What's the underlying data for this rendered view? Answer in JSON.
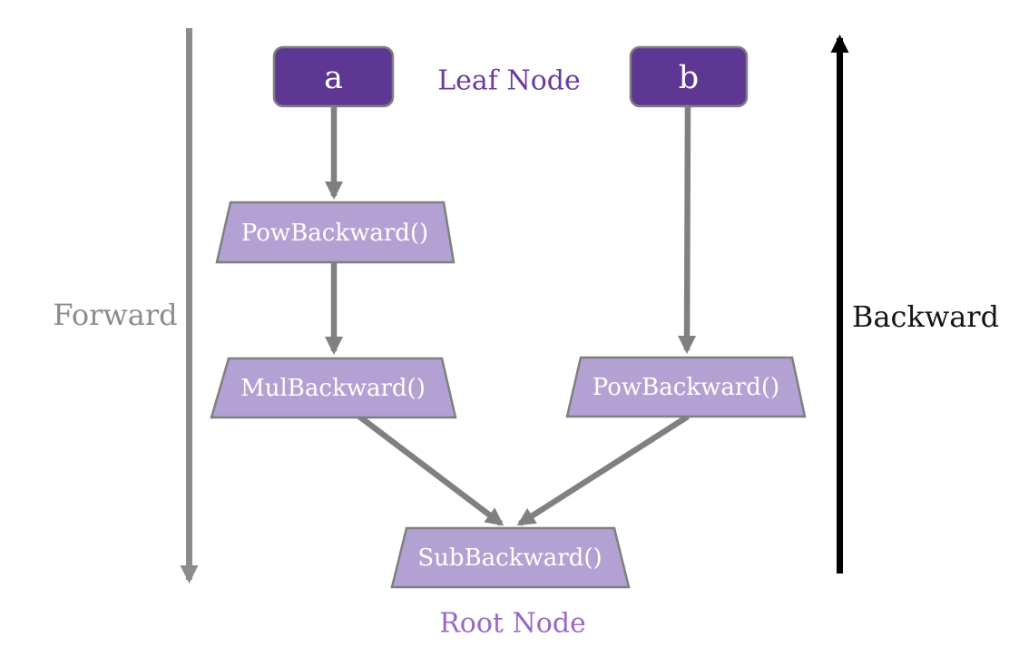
{
  "diagram": {
    "type": "computational-graph",
    "annotations": {
      "leaf_label": "Leaf Node",
      "root_label": "Root Node",
      "forward_label": "Forward",
      "backward_label": "Backward"
    },
    "nodes": {
      "a": {
        "label": "a",
        "kind": "leaf-tensor"
      },
      "b": {
        "label": "b",
        "kind": "leaf-tensor"
      },
      "pow1": {
        "label": "PowBackward()",
        "kind": "grad-fn"
      },
      "mul": {
        "label": "MulBackward()",
        "kind": "grad-fn"
      },
      "pow2": {
        "label": "PowBackward()",
        "kind": "grad-fn"
      },
      "sub": {
        "label": "SubBackward()",
        "kind": "grad-fn"
      }
    },
    "edges": [
      {
        "from": "a",
        "to": "pow1"
      },
      {
        "from": "pow1",
        "to": "mul"
      },
      {
        "from": "b",
        "to": "pow2"
      },
      {
        "from": "mul",
        "to": "sub"
      },
      {
        "from": "pow2",
        "to": "sub"
      }
    ],
    "colors": {
      "leaf_node_fill": "#5E3794",
      "function_node_fill": "#B4A1D3",
      "node_border": "#7F7F7F",
      "edge_arrow": "#808080",
      "forward_arrow": "#8C8C8C",
      "backward_arrow": "#000000",
      "leaf_caption_text": "#6A3AA2",
      "root_caption_text": "#9A67C9",
      "forward_caption_text": "#8C8C8C",
      "backward_caption_text": "#141414",
      "node_text": "#FFFFFF"
    }
  }
}
